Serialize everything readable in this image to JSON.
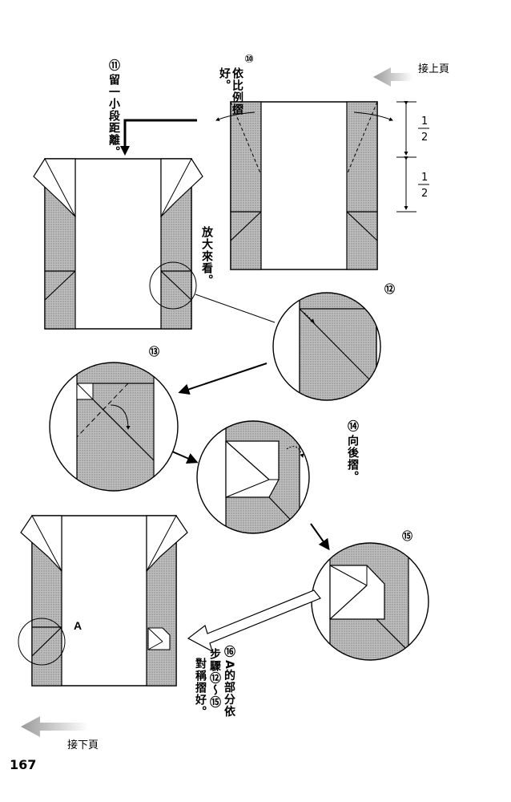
{
  "nav": {
    "prev_page": "接上頁",
    "next_page": "接下頁"
  },
  "page_number": "167",
  "steps": {
    "s10": {
      "number": "⑩",
      "text": "依比例摺好。"
    },
    "s11": {
      "number": "⑪",
      "text": "留一小段距離。"
    },
    "s12": {
      "number": "⑫"
    },
    "s13": {
      "number": "⑬"
    },
    "s14": {
      "number": "⑭",
      "text": "向後摺。"
    },
    "s15": {
      "number": "⑮"
    },
    "s16": {
      "number": "⑯",
      "text_line1": "A的部分依",
      "text_line2": "步驟⑫～⑮",
      "text_line3": "對稱摺好。"
    }
  },
  "zoom_note": "放大來看。",
  "ratio": {
    "top_numerator": "1",
    "top_denominator": "2",
    "bottom_numerator": "1",
    "bottom_denominator": "2"
  },
  "label_A": "A"
}
